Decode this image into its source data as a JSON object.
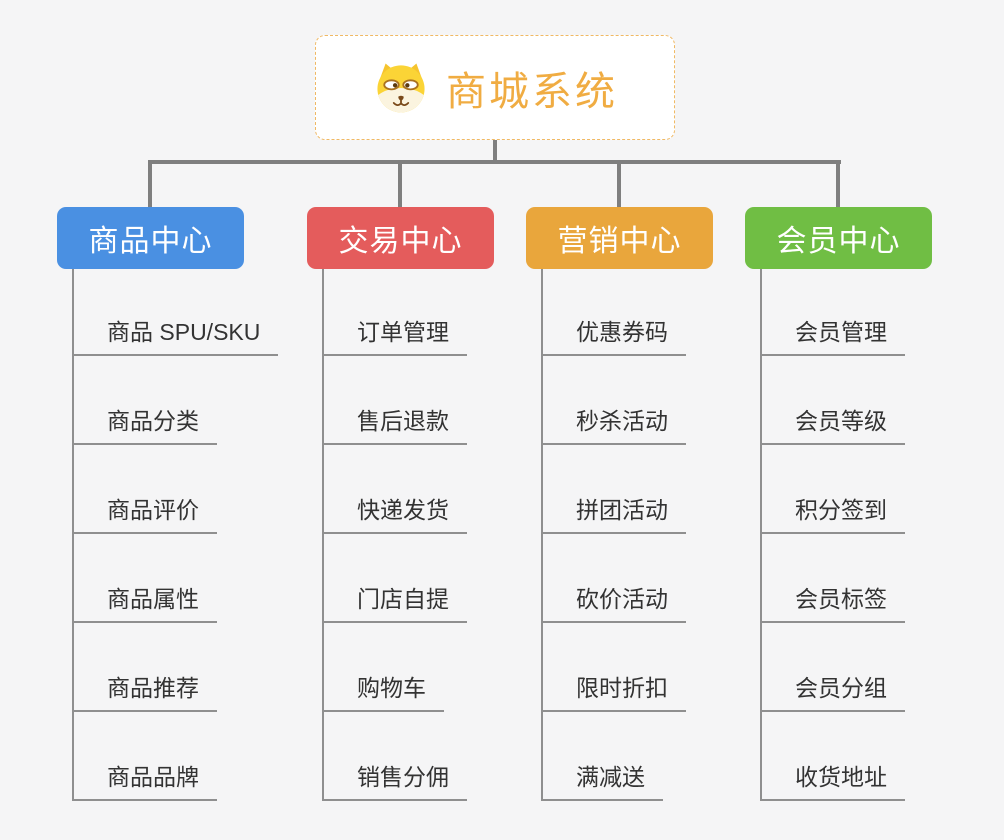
{
  "root": {
    "title": "商城系统",
    "title_color": "#F0AC42",
    "border_color": "#F0B964",
    "icon": "shiba-dog-icon"
  },
  "connector_color": "#7F7F7F",
  "branches": [
    {
      "id": "product-center",
      "label": "商品中心",
      "color": "#4A90E2",
      "items": [
        "商品 SPU/SKU",
        "商品分类",
        "商品评价",
        "商品属性",
        "商品推荐",
        "商品品牌"
      ]
    },
    {
      "id": "trade-center",
      "label": "交易中心",
      "color": "#E45C5C",
      "items": [
        "订单管理",
        "售后退款",
        "快递发货",
        "门店自提",
        "购物车",
        "销售分佣"
      ]
    },
    {
      "id": "marketing-center",
      "label": "营销中心",
      "color": "#E9A63C",
      "items": [
        "优惠券码",
        "秒杀活动",
        "拼团活动",
        "砍价活动",
        "限时折扣",
        "满减送"
      ]
    },
    {
      "id": "member-center",
      "label": "会员中心",
      "color": "#70BE44",
      "items": [
        "会员管理",
        "会员等级",
        "积分签到",
        "会员标签",
        "会员分组",
        "收货地址"
      ]
    }
  ]
}
